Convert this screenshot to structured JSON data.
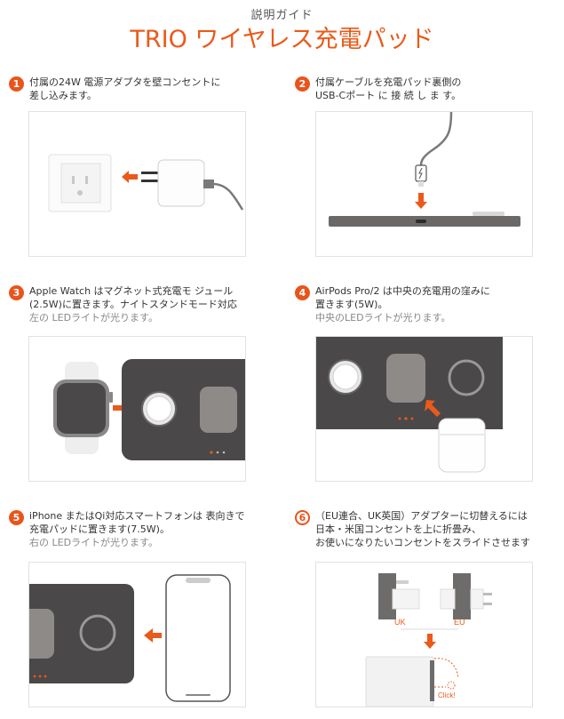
{
  "header": {
    "subtitle": "説明ガイド",
    "title": "TRIO ワイヤレス充電パッド"
  },
  "steps": [
    {
      "num": "1",
      "lines": [
        "付属の24W 電源アダプタを壁コンセントに",
        "差し込みます。"
      ],
      "note": ""
    },
    {
      "num": "2",
      "lines": [
        "付属ケーブルを充電パッド裏側の",
        "USB-Cポート に 接 続 し ま す。"
      ],
      "note": ""
    },
    {
      "num": "3",
      "lines": [
        "Apple Watch はマグネット式充電モ ジュール",
        " (2.5W)に置きます。ナイトスタンドモード対応"
      ],
      "note": "左の LEDライトが光ります。"
    },
    {
      "num": "4",
      "lines": [
        "AirPods Pro/2 は中央の充電用の窪みに",
        "置きます(5W)。"
      ],
      "note": "中央のLEDライトが光ります。"
    },
    {
      "num": "5",
      "lines": [
        "iPhone またはQi対応スマートフォンは 表向きで",
        "充電パッドに置きます(7.5W)。"
      ],
      "note": "右の LEDライトが光ります。"
    },
    {
      "num": "6",
      "lines": [
        " （EU連合、UK英国）アダプターに切替えるには",
        "日本・米国コンセントを上に折畳み、",
        "お使いになりたいコンセントをスライドさせます"
      ],
      "note": ""
    }
  ],
  "labels": {
    "uk": "UK",
    "eu": "EU",
    "click": "Click!"
  },
  "colors": {
    "accent": "#ea5a1a",
    "pad": "#4a4849",
    "module": "#8d8a88"
  }
}
